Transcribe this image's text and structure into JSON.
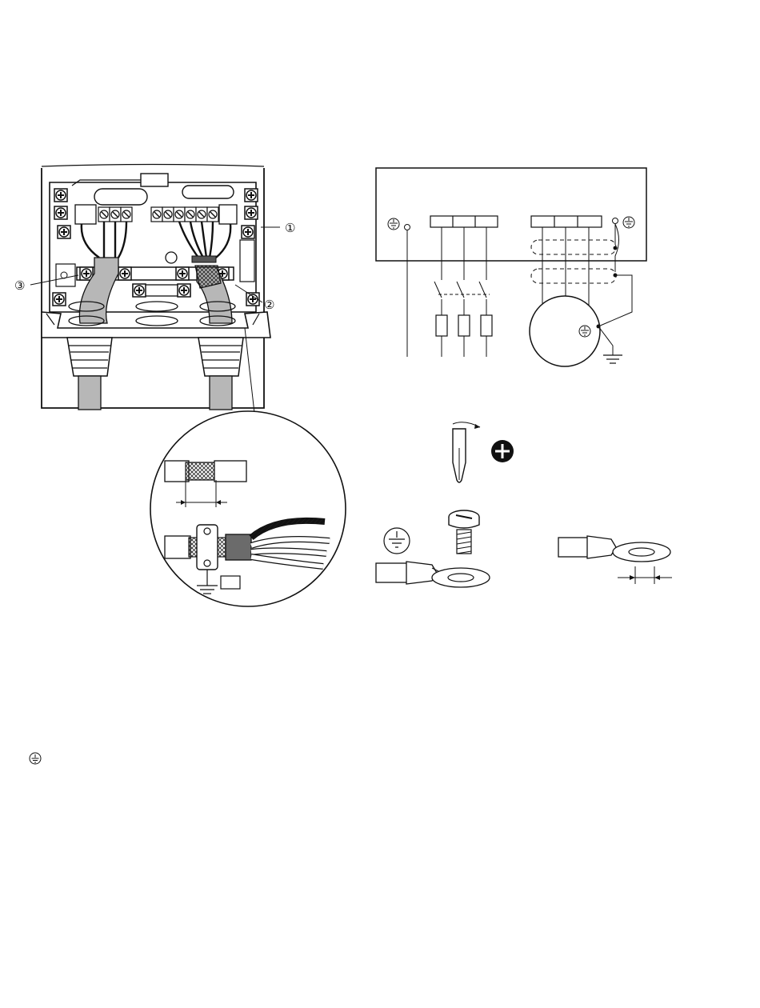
{
  "figure": {
    "callouts": [
      "①",
      "②",
      "③"
    ],
    "icons": {
      "ground": "ground-symbol-icon",
      "phillips": "phillips-head-icon",
      "screw": "screw-icon",
      "ring_terminal": "ring-terminal-icon",
      "screwdriver": "screwdriver-icon"
    }
  }
}
